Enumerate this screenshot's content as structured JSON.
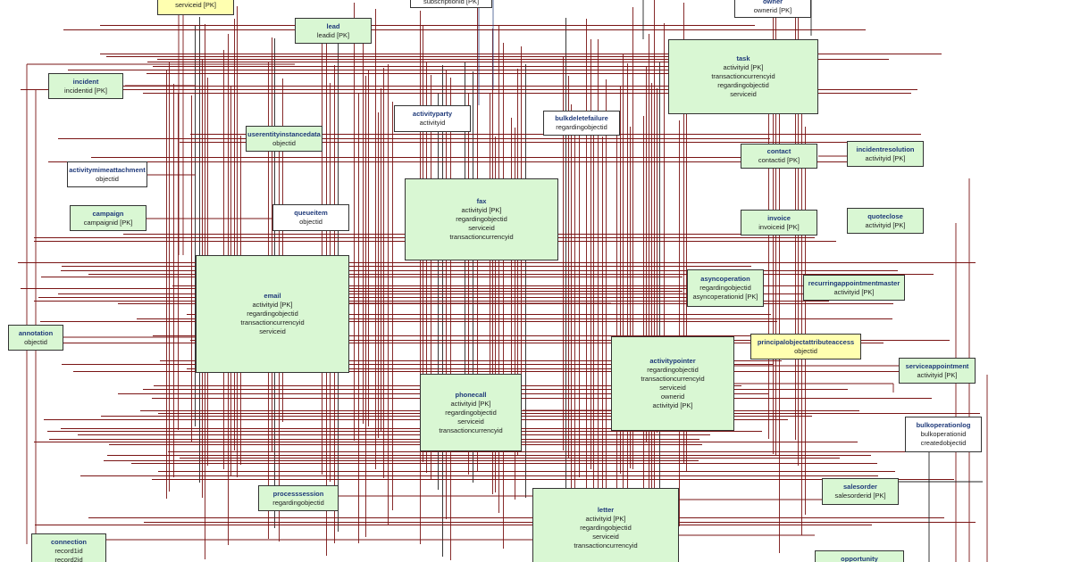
{
  "colors": {
    "wire": "#7a1414",
    "wire_dark": "#222222",
    "entity_fill": "#d9f7d3",
    "entity_white": "#ffffff",
    "entity_yellow": "#ffffb0",
    "title_blue": "#1f3a7a"
  },
  "entities": [
    {
      "key": "top_service",
      "name": "",
      "attrs": [
        "serviceid  [PK]"
      ],
      "style": "yellow"
    },
    {
      "key": "subscription",
      "name": "",
      "attrs": [
        "subscriptionid  [PK]"
      ],
      "style": "white"
    },
    {
      "key": "owner",
      "name": "owner",
      "attrs": [
        "ownerid  [PK]"
      ],
      "style": "white"
    },
    {
      "key": "lead",
      "name": "lead",
      "attrs": [
        "leadid  [PK]"
      ],
      "style": "green"
    },
    {
      "key": "task",
      "name": "task",
      "attrs": [
        "activityid  [PK]",
        "transactioncurrencyid",
        "regardingobjectid",
        "serviceid"
      ],
      "style": "green"
    },
    {
      "key": "incident",
      "name": "incident",
      "attrs": [
        "incidentid  [PK]"
      ],
      "style": "green"
    },
    {
      "key": "activityparty",
      "name": "activityparty",
      "attrs": [
        "activityid"
      ],
      "style": "white"
    },
    {
      "key": "bulkdeletefailure",
      "name": "bulkdeletefailure",
      "attrs": [
        "regardingobjectid"
      ],
      "style": "white"
    },
    {
      "key": "userentityinstancedata",
      "name": "userentityinstancedata",
      "attrs": [
        "objectid"
      ],
      "style": "green"
    },
    {
      "key": "contact",
      "name": "contact",
      "attrs": [
        "contactid  [PK]"
      ],
      "style": "green"
    },
    {
      "key": "incidentresolution",
      "name": "incidentresolution",
      "attrs": [
        "activityid  [PK]"
      ],
      "style": "green"
    },
    {
      "key": "activitymimeattachment",
      "name": "activitymimeattachment",
      "attrs": [
        "objectid"
      ],
      "style": "white"
    },
    {
      "key": "fax",
      "name": "fax",
      "attrs": [
        "activityid  [PK]",
        "regardingobjectid",
        "serviceid",
        "transactioncurrencyid"
      ],
      "style": "green"
    },
    {
      "key": "campaign",
      "name": "campaign",
      "attrs": [
        "campaignid  [PK]"
      ],
      "style": "green"
    },
    {
      "key": "queueitem",
      "name": "queueitem",
      "attrs": [
        "objectid"
      ],
      "style": "white"
    },
    {
      "key": "invoice",
      "name": "invoice",
      "attrs": [
        "invoiceid  [PK]"
      ],
      "style": "green"
    },
    {
      "key": "quoteclose",
      "name": "quoteclose",
      "attrs": [
        "activityid  [PK]"
      ],
      "style": "green"
    },
    {
      "key": "asyncoperation",
      "name": "asyncoperation",
      "attrs": [
        "regardingobjectid",
        "asyncoperationid  [PK]"
      ],
      "style": "green"
    },
    {
      "key": "recurringappointmentmaster",
      "name": "recurringappointmentmaster",
      "attrs": [
        "activityid  [PK]"
      ],
      "style": "green"
    },
    {
      "key": "email",
      "name": "email",
      "attrs": [
        "activityid  [PK]",
        "regardingobjectid",
        "transactioncurrencyid",
        "serviceid"
      ],
      "style": "green"
    },
    {
      "key": "annotation",
      "name": "annotation",
      "attrs": [
        "objectid"
      ],
      "style": "green"
    },
    {
      "key": "principalobjectattributeaccess",
      "name": "principalobjectattributeaccess",
      "attrs": [
        "objectid"
      ],
      "style": "yellow"
    },
    {
      "key": "activitypointer",
      "name": "activitypointer",
      "attrs": [
        "regardingobjectid",
        "transactioncurrencyid",
        "serviceid",
        "ownerid",
        "activityid  [PK]"
      ],
      "style": "green"
    },
    {
      "key": "serviceappointment",
      "name": "serviceappointment",
      "attrs": [
        "activityid  [PK]"
      ],
      "style": "green"
    },
    {
      "key": "phonecall",
      "name": "phonecall",
      "attrs": [
        "activityid  [PK]",
        "regardingobjectid",
        "serviceid",
        "transactioncurrencyid"
      ],
      "style": "green"
    },
    {
      "key": "bulkoperationlog",
      "name": "bulkoperationlog",
      "attrs": [
        "bulkoperationid",
        "createdobjectid"
      ],
      "style": "white"
    },
    {
      "key": "processsession",
      "name": "processsession",
      "attrs": [
        "regardingobjectid"
      ],
      "style": "green"
    },
    {
      "key": "salesorder",
      "name": "salesorder",
      "attrs": [
        "salesorderid  [PK]"
      ],
      "style": "green"
    },
    {
      "key": "letter",
      "name": "letter",
      "attrs": [
        "activityid  [PK]",
        "regardingobjectid",
        "serviceid",
        "transactioncurrencyid"
      ],
      "style": "green"
    },
    {
      "key": "connection",
      "name": "connection",
      "attrs": [
        "record1id",
        "record2id"
      ],
      "style": "green"
    },
    {
      "key": "opportunity",
      "name": "opportunity",
      "attrs": [],
      "style": "green"
    }
  ]
}
